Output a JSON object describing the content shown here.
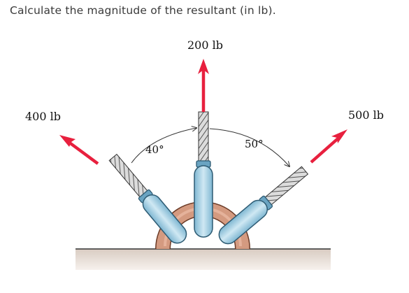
{
  "question": "Calculate the magnitude of the resultant (in lb).",
  "forces": {
    "left": "400 lb",
    "top": "200 lb",
    "right": "500 lb"
  },
  "angles": {
    "left": "40°",
    "right": "50°"
  },
  "colors": {
    "force_arrow": "#e8203e",
    "rod_glass": "#a9d3e6",
    "rod_outline": "#2e5b73",
    "ring": "#d49a80",
    "ground": "#e2d7cf"
  }
}
